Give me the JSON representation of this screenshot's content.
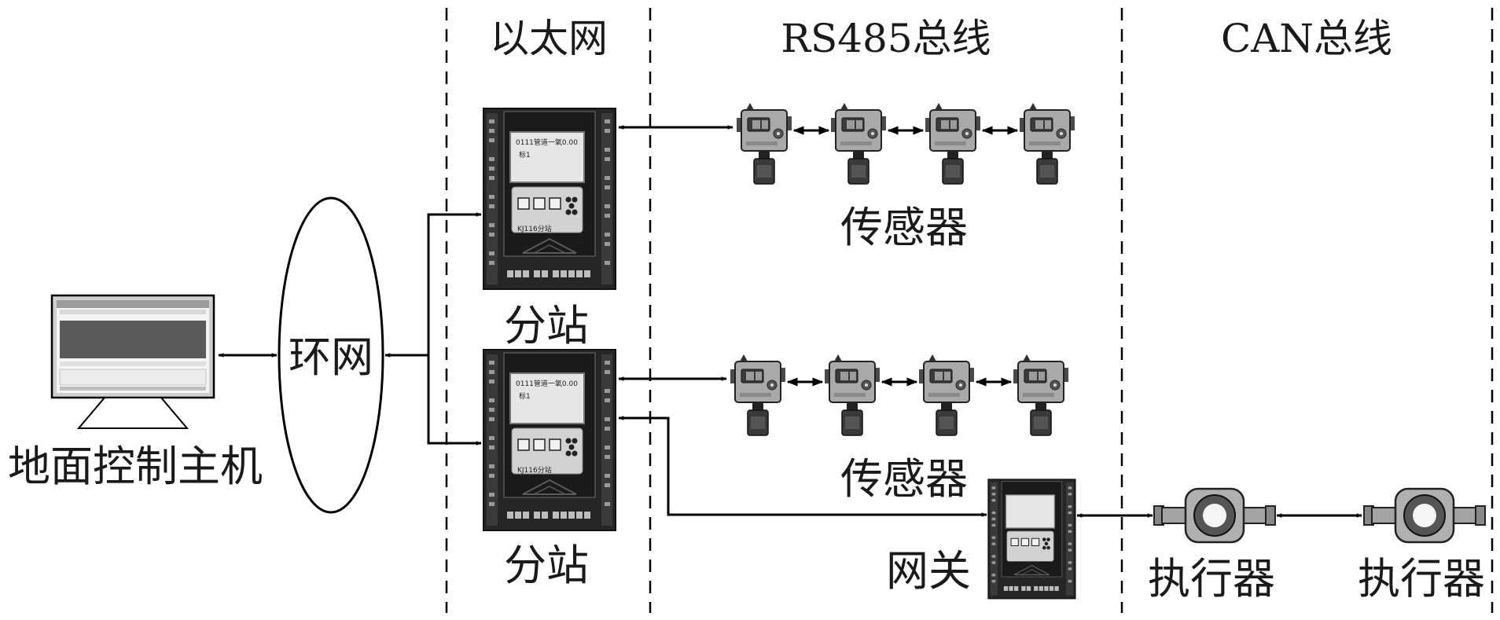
{
  "headers": {
    "ethernet": "以太网",
    "rs485": "RS485总线",
    "can": "CAN总线"
  },
  "labels": {
    "host": "地面控制主机",
    "ring": "环网",
    "substation_top": "分站",
    "substation_bottom": "分站",
    "sensors_top": "传感器",
    "sensors_bottom": "传感器",
    "gateway": "网关",
    "actuator_1": "执行器",
    "actuator_2": "执行器"
  },
  "substation_screen": {
    "line1": "0111管道一氧0.00",
    "line2": "标1"
  },
  "substation_panel_text": "KJ116分站"
}
